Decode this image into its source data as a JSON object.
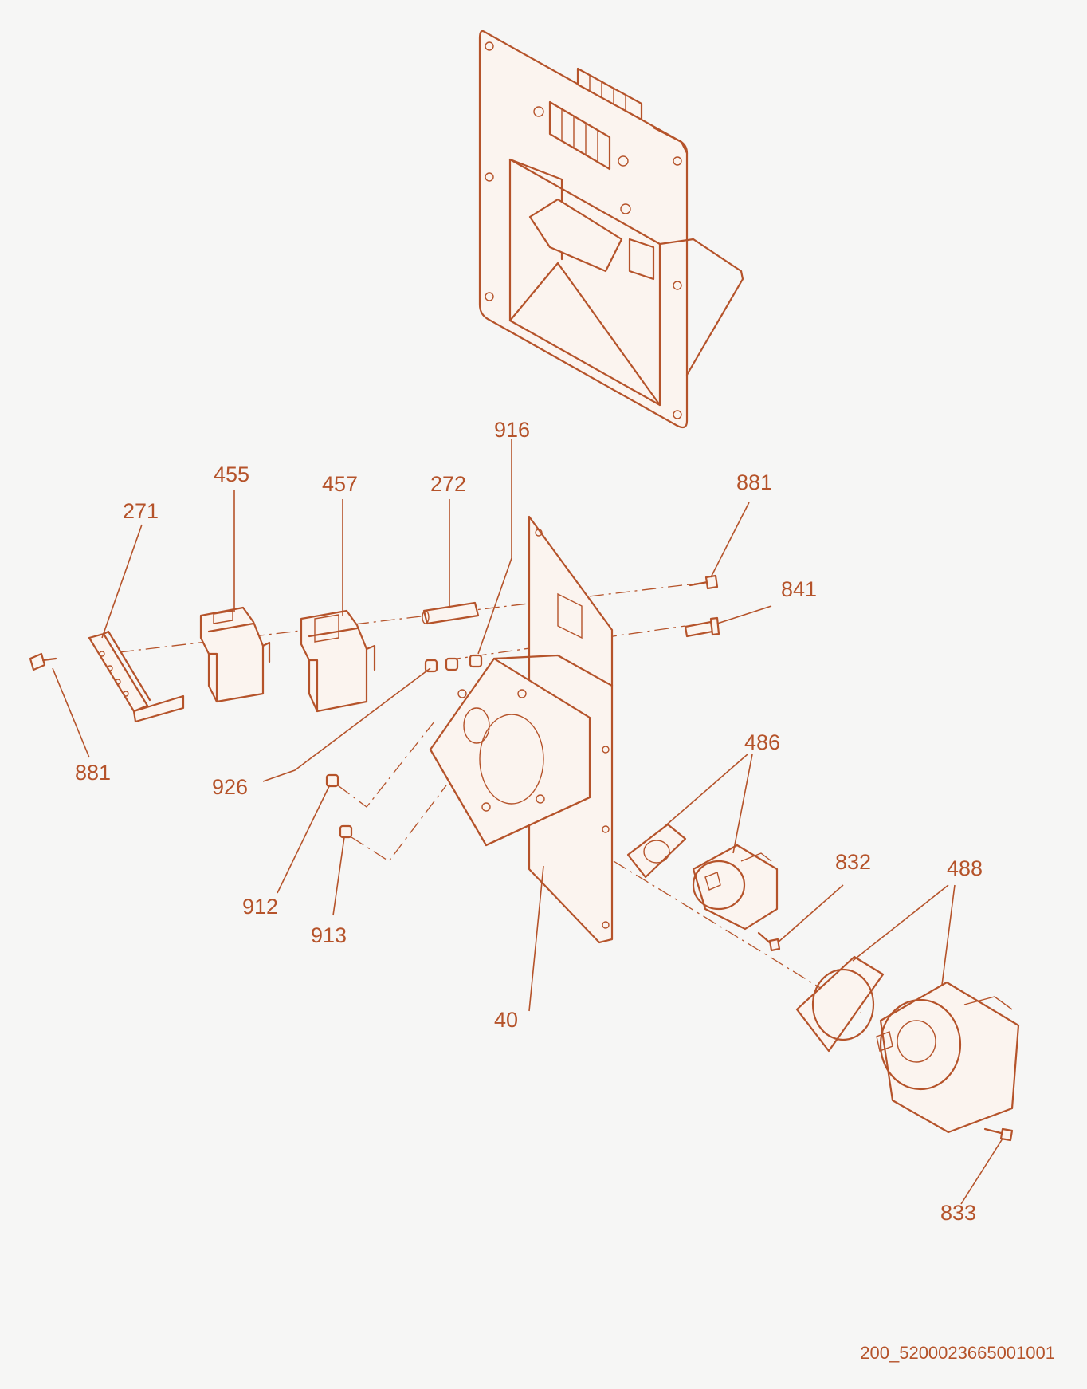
{
  "callouts": {
    "c916": "916",
    "c455": "455",
    "c457": "457",
    "c272": "272",
    "c881_top": "881",
    "c271": "271",
    "c841": "841",
    "c881_left": "881",
    "c926": "926",
    "c486": "486",
    "c832": "832",
    "c488": "488",
    "c912": "912",
    "c913": "913",
    "c40": "40",
    "c833": "833"
  },
  "document_code": "200_5200023665001001",
  "colors": {
    "line": "#b5532a",
    "background": "#f6f6f5"
  }
}
